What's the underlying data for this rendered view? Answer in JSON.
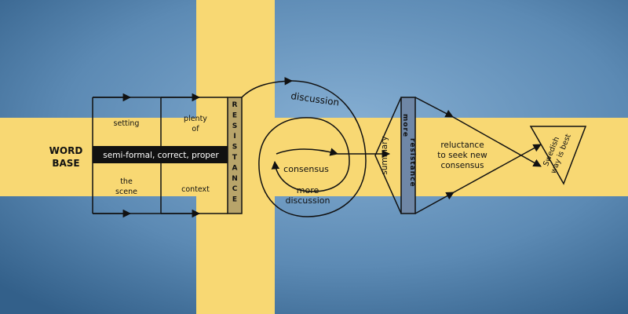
{
  "colors": {
    "flag_blue_light": "#6e9ac0",
    "flag_blue_dark": "#3a6790",
    "flag_yellow": "#f8d873",
    "resistance_bar": "#b8a46a",
    "more_resistance_bar": "#6f87a6",
    "ink": "#111111",
    "label_band_text": "#ffffff"
  },
  "labels": {
    "word_base_line1": "WORD",
    "word_base_line2": "BASE",
    "setting": "setting",
    "plenty_of_line1": "plenty",
    "plenty_of_line2": "of",
    "semi_formal": "semi-formal, correct, proper",
    "the_scene_line1": "the",
    "the_scene_line2": "scene",
    "context": "context",
    "resistance_letters": [
      "R",
      "E",
      "S",
      "I",
      "S",
      "T",
      "A",
      "N",
      "C",
      "E"
    ],
    "discussion": "discussion",
    "consensus": "consensus",
    "more_discussion_line1": "more",
    "more_discussion_line2": "discussion",
    "summary": "summary",
    "more_resistance_line1": "more",
    "more_resistance_line2": "resistance",
    "reluctance_line1": "reluctance",
    "reluctance_line2": "to seek new",
    "reluctance_line3": "consensus",
    "swedish_line1": "Swedish",
    "swedish_line2": "way is best"
  }
}
